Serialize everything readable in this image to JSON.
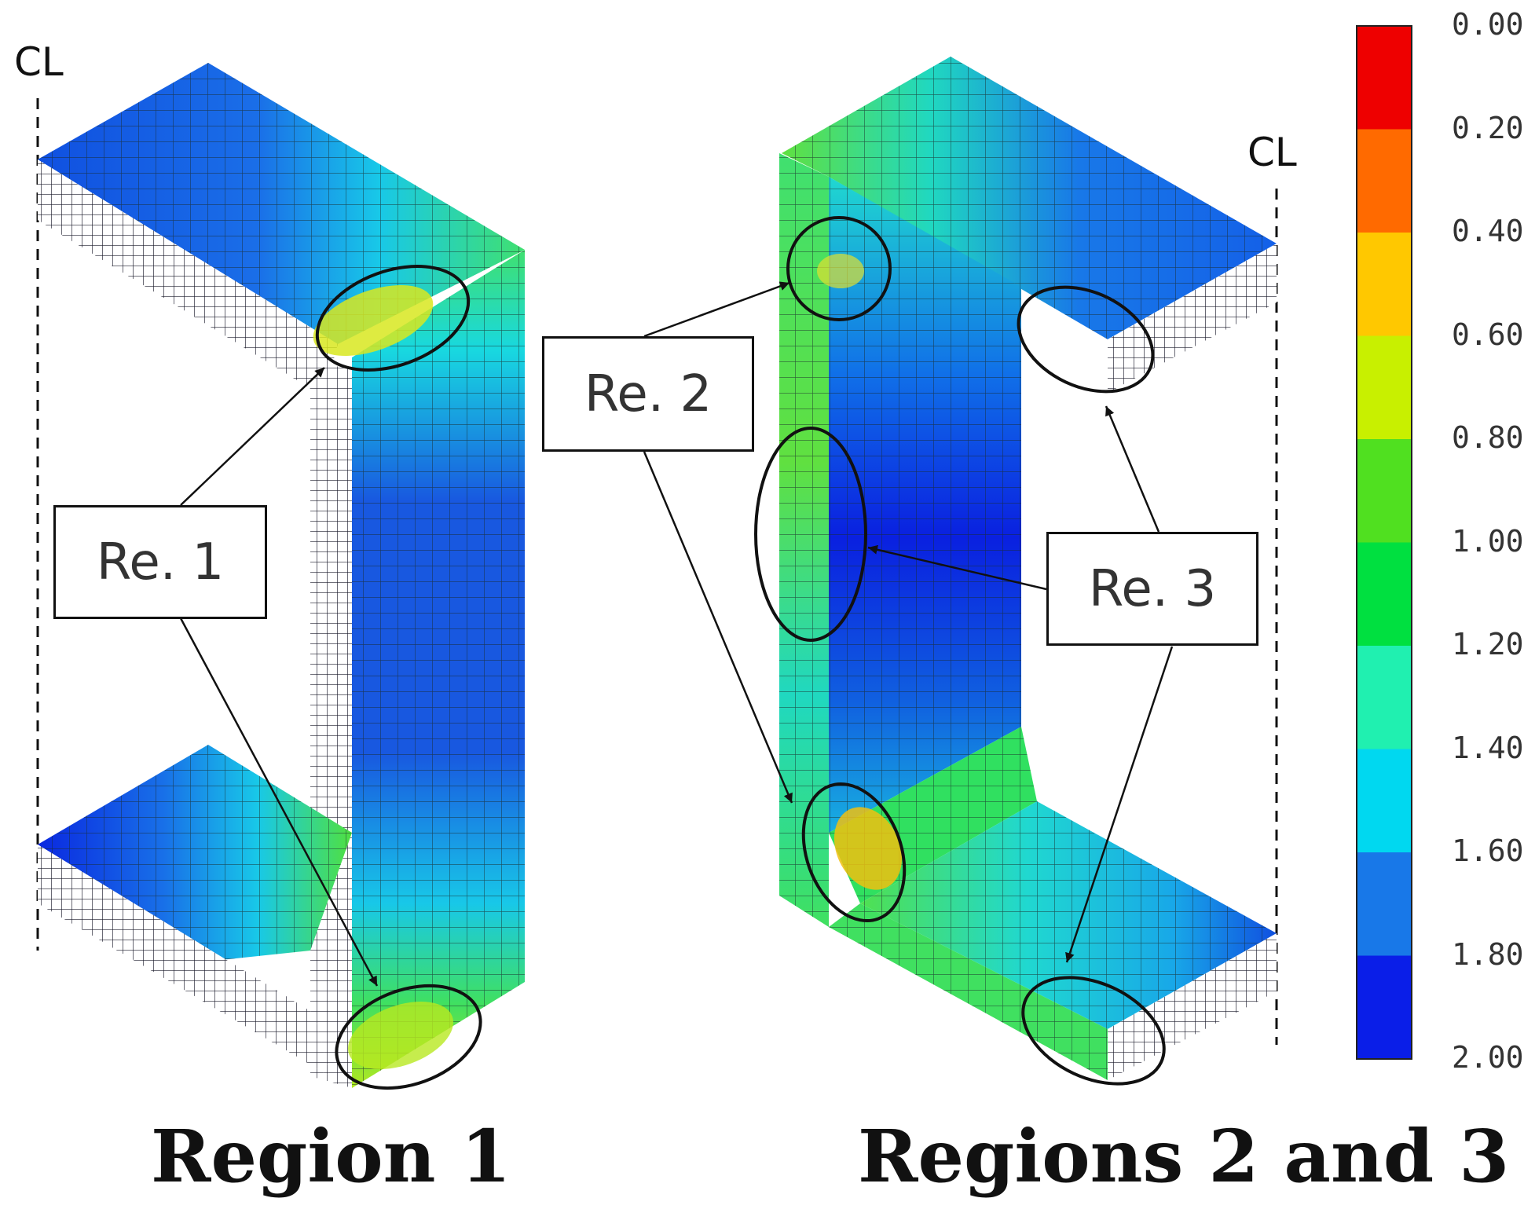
{
  "centerline": {
    "left_label": "CL",
    "right_label": "CL"
  },
  "callouts": {
    "re1": "Re. 1",
    "re2": "Re. 2",
    "re3": "Re. 3"
  },
  "captions": {
    "region1": "Region 1",
    "regions23": "Regions 2 and 3"
  },
  "legend": {
    "ticks": [
      "0.00",
      "0.20",
      "0.40",
      "0.60",
      "0.80",
      "1.00",
      "1.20",
      "1.40",
      "1.60",
      "1.80",
      "2.00"
    ],
    "bands": [
      "#ee0000",
      "#ff6a00",
      "#ffc800",
      "#c8f000",
      "#50e020",
      "#00e040",
      "#20f0b0",
      "#00d8f0",
      "#1878e8",
      "#0a1ee8"
    ]
  }
}
